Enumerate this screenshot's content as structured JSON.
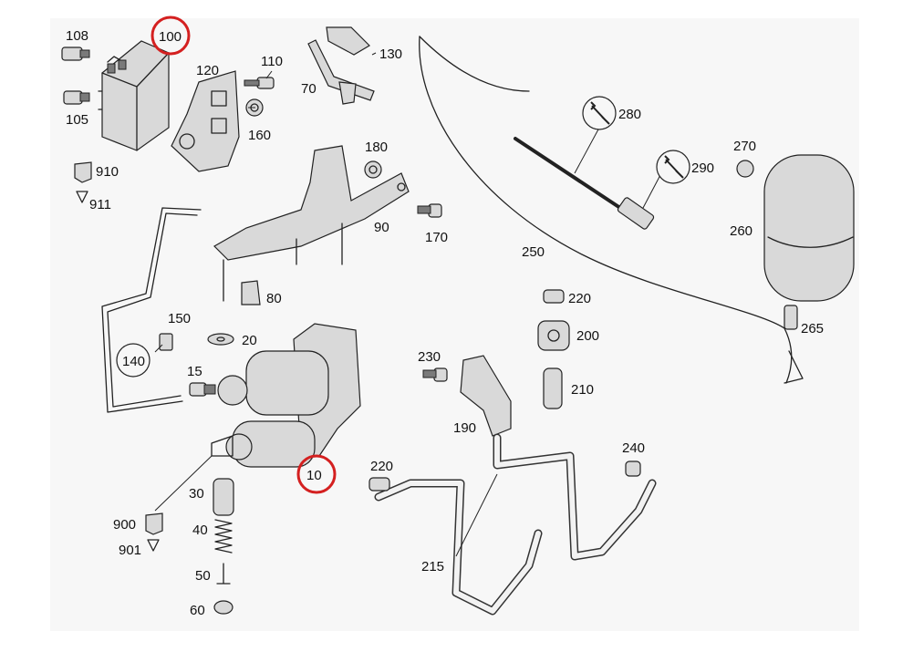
{
  "diagram": {
    "labels": {
      "p100": "100",
      "p108": "108",
      "p105": "105",
      "p910": "910",
      "p911": "911",
      "p120": "120",
      "p110": "110",
      "p160": "160",
      "p70": "70",
      "p130": "130",
      "p180": "180",
      "p90": "90",
      "p170": "170",
      "p80": "80",
      "p150": "150",
      "p140": "140",
      "p20": "20",
      "p15": "15",
      "p10": "10",
      "p30": "30",
      "p40": "40",
      "p50": "50",
      "p60": "60",
      "p900": "900",
      "p901": "901",
      "p280": "280",
      "p290": "290",
      "p270": "270",
      "p260": "260",
      "p250": "250",
      "p265": "265",
      "p220a": "220",
      "p200": "200",
      "p230": "230",
      "p210": "210",
      "p190": "190",
      "p240": "240",
      "p220b": "220",
      "p215": "215"
    },
    "highlight_color": "#d42020",
    "icons": {
      "tool_280": "wrench-icon",
      "tool_290": "wrench-icon",
      "circle_140": "callout-circle"
    }
  }
}
